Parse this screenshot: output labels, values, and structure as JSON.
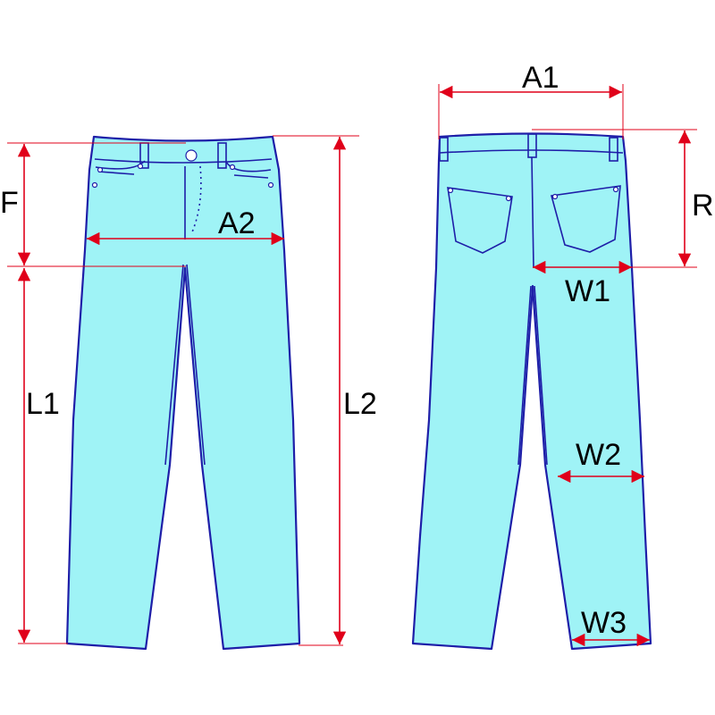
{
  "colors": {
    "fabric": "#9ff3f6",
    "outline": "#1e1ea8",
    "measure": "#e0001a",
    "label": "#000000"
  },
  "measurements": {
    "A1": "A1",
    "A2": "A2",
    "F": "F",
    "R": "R",
    "L1": "L1",
    "L2": "L2",
    "W1": "W1",
    "W2": "W2",
    "W3": "W3"
  }
}
